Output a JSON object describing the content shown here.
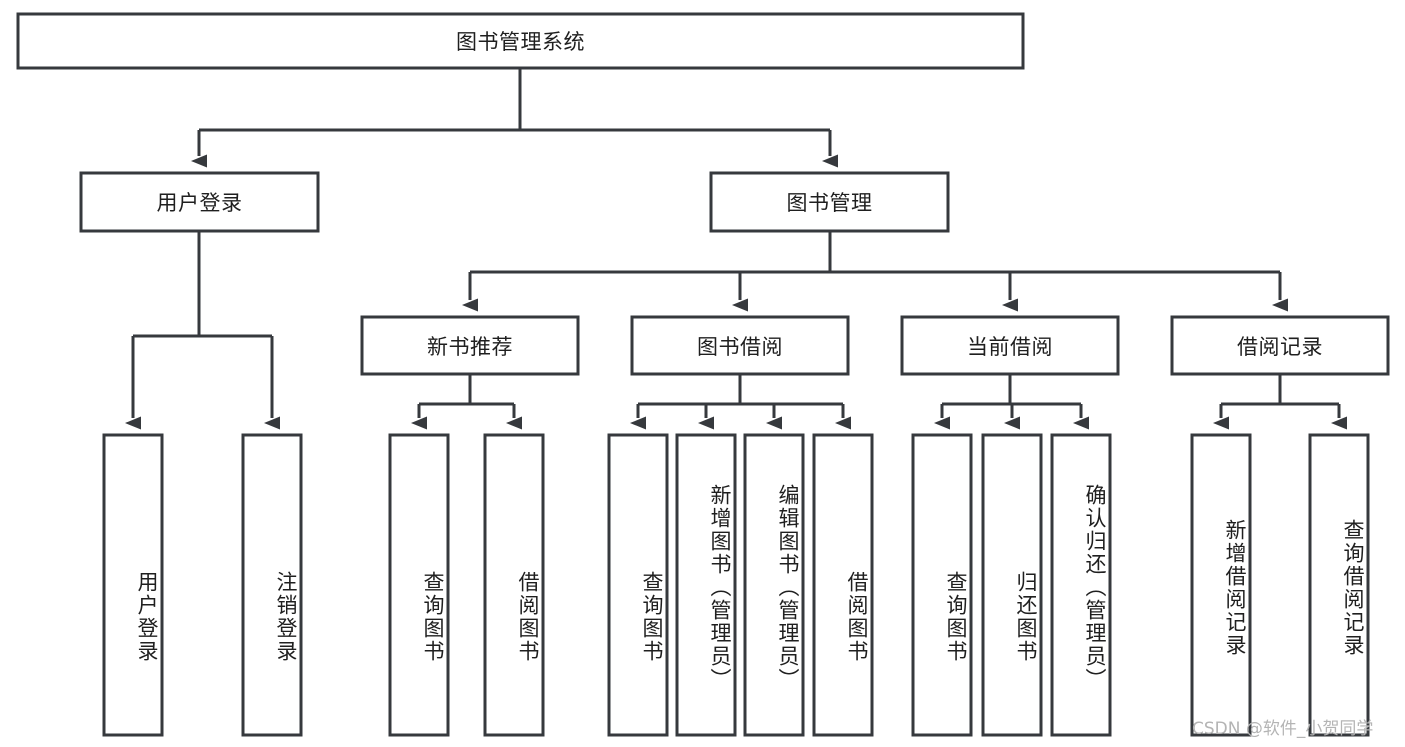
{
  "diagram": {
    "title": "图书管理系统",
    "type": "hierarchy-tree",
    "orientation": "top-down",
    "colors": {
      "box_stroke": "#36393d",
      "box_fill": "#ffffff",
      "connector": "#36393d",
      "text": "#1f1f1f",
      "watermark": "#b4b4b4",
      "background": "#ffffff"
    },
    "levels": [
      {
        "level": 1,
        "nodes": [
          {
            "id": "root",
            "label": "图书管理系统",
            "orientation": "horizontal"
          }
        ]
      },
      {
        "level": 2,
        "nodes": [
          {
            "id": "user-login",
            "label": "用户登录",
            "orientation": "horizontal",
            "parent": "root"
          },
          {
            "id": "book-manage",
            "label": "图书管理",
            "orientation": "horizontal",
            "parent": "root"
          }
        ]
      },
      {
        "level": 3,
        "nodes": [
          {
            "id": "new-book-rec",
            "label": "新书推荐",
            "orientation": "horizontal",
            "parent": "book-manage"
          },
          {
            "id": "book-borrow",
            "label": "图书借阅",
            "orientation": "horizontal",
            "parent": "book-manage"
          },
          {
            "id": "current-borrow",
            "label": "当前借阅",
            "orientation": "horizontal",
            "parent": "book-manage"
          },
          {
            "id": "borrow-record",
            "label": "借阅记录",
            "orientation": "horizontal",
            "parent": "book-manage"
          }
        ]
      },
      {
        "level": 4,
        "nodes": [
          {
            "id": "leaf-user-login",
            "label": "用户登录",
            "orientation": "vertical",
            "parent": "user-login"
          },
          {
            "id": "leaf-user-logout",
            "label": "注销登录",
            "orientation": "vertical",
            "parent": "user-login"
          },
          {
            "id": "leaf-rec-query",
            "label": "查询图书",
            "orientation": "vertical",
            "parent": "new-book-rec"
          },
          {
            "id": "leaf-rec-borrow",
            "label": "借阅图书",
            "orientation": "vertical",
            "parent": "new-book-rec"
          },
          {
            "id": "leaf-borrow-query",
            "label": "查询图书",
            "orientation": "vertical",
            "parent": "book-borrow"
          },
          {
            "id": "leaf-borrow-add",
            "label": "新增图书（管理员）",
            "orientation": "vertical",
            "parent": "book-borrow"
          },
          {
            "id": "leaf-borrow-edit",
            "label": "编辑图书（管理员）",
            "orientation": "vertical",
            "parent": "book-borrow"
          },
          {
            "id": "leaf-borrow-lend",
            "label": "借阅图书",
            "orientation": "vertical",
            "parent": "book-borrow"
          },
          {
            "id": "leaf-current-query",
            "label": "查询图书",
            "orientation": "vertical",
            "parent": "current-borrow"
          },
          {
            "id": "leaf-current-return",
            "label": "归还图书",
            "orientation": "vertical",
            "parent": "current-borrow"
          },
          {
            "id": "leaf-current-confirm",
            "label": "确认归还（管理员）",
            "orientation": "vertical",
            "parent": "current-borrow"
          },
          {
            "id": "leaf-record-add",
            "label": "新增借阅记录",
            "orientation": "vertical",
            "parent": "borrow-record"
          },
          {
            "id": "leaf-record-query",
            "label": "查询借阅记录",
            "orientation": "vertical",
            "parent": "borrow-record"
          }
        ]
      }
    ]
  },
  "watermark": {
    "text": "CSDN @软件_小贺同学"
  }
}
